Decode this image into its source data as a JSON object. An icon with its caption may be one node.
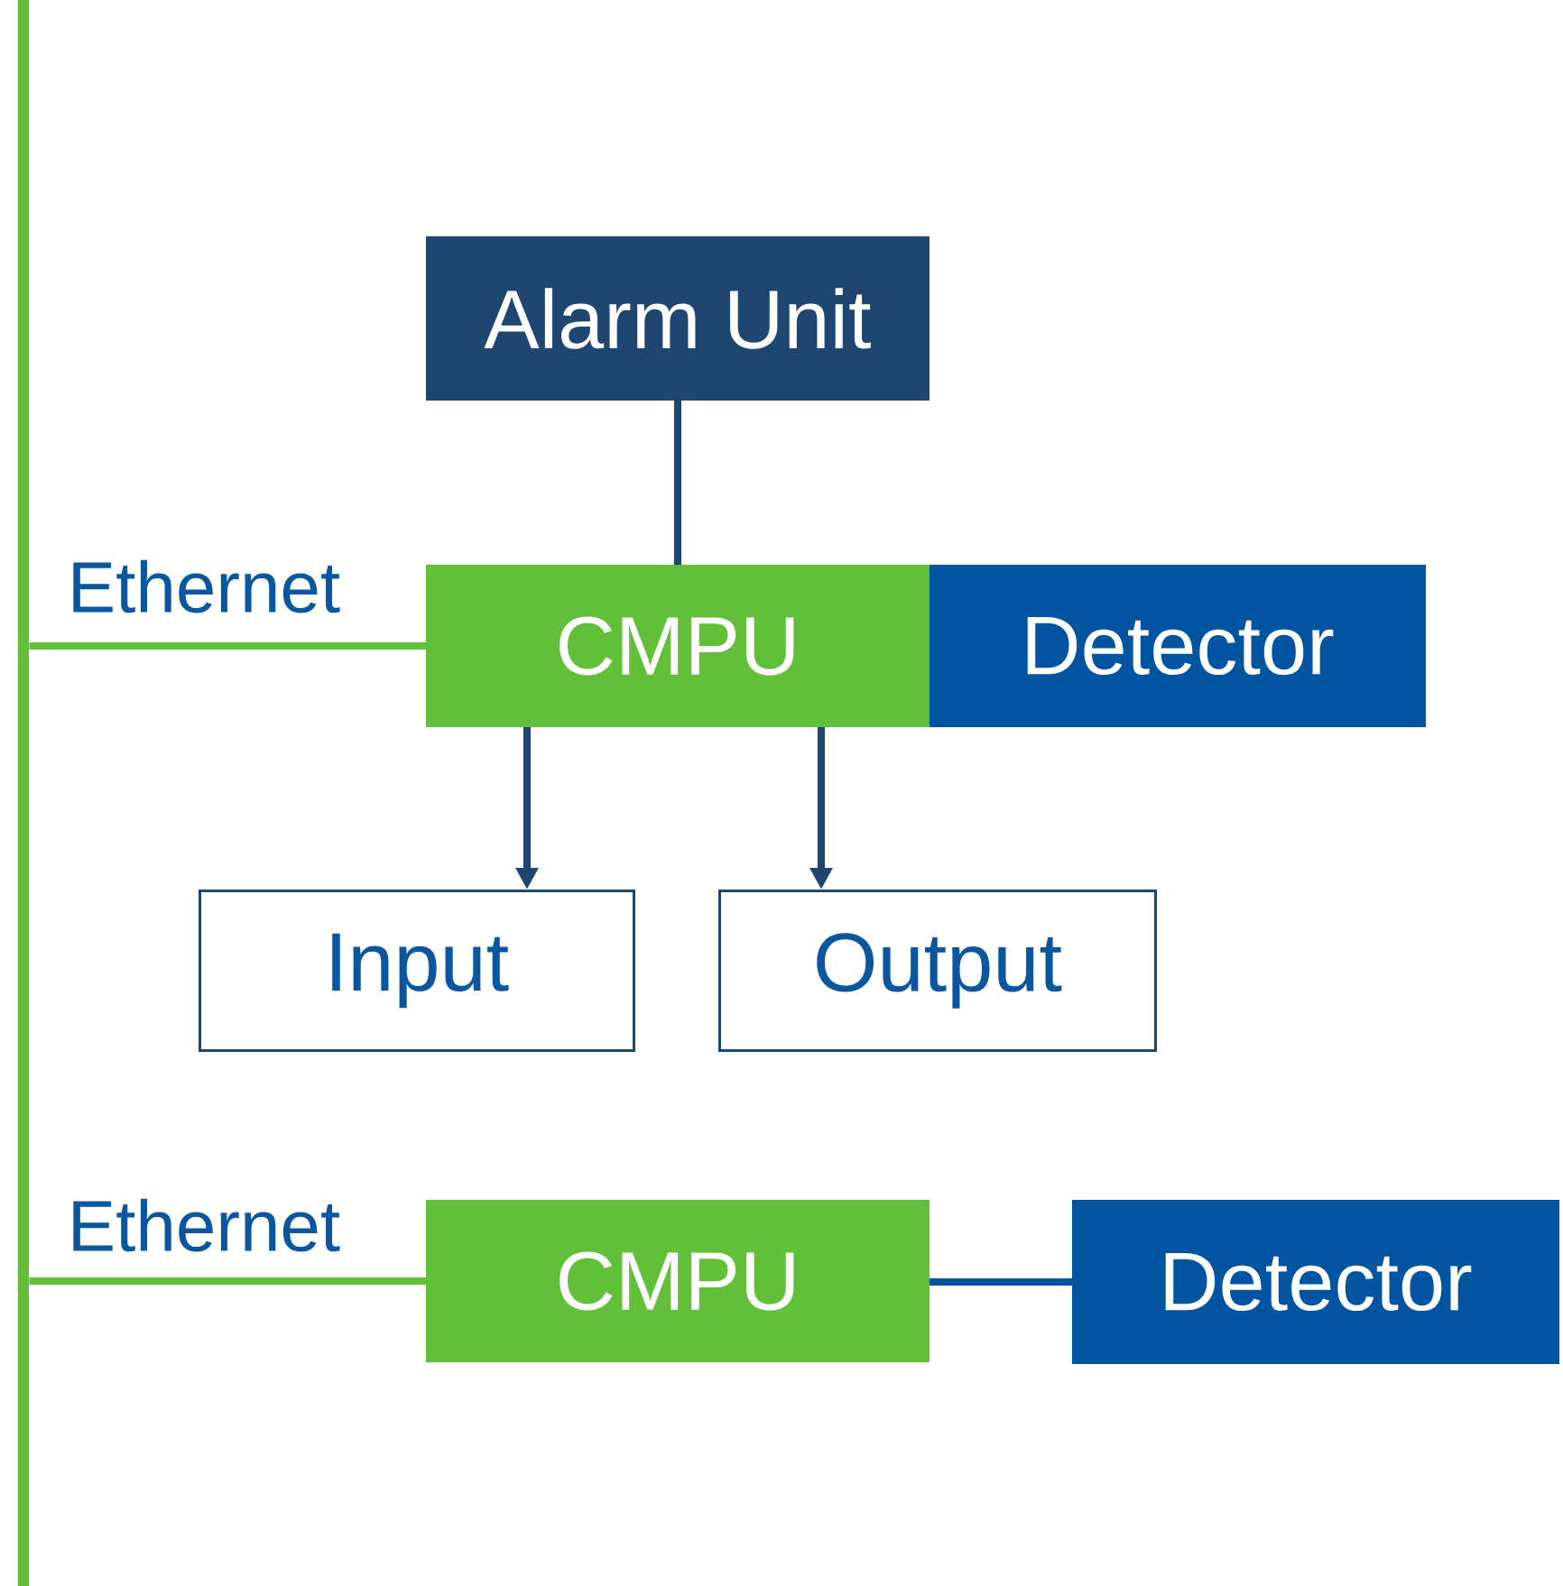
{
  "diagram": {
    "nodes": [
      {
        "text": [
          "Alarm Unit"
        ]
      },
      {
        "text": [
          "CMPU"
        ]
      },
      {
        "text": [
          "Detector"
        ]
      },
      {
        "text": [
          "Input"
        ]
      },
      {
        "text": [
          "Output"
        ]
      },
      {
        "text": [
          "CMPU"
        ]
      },
      {
        "text": [
          "Detector"
        ]
      },
      {
        "text": [],
        "shape": "bar"
      }
    ],
    "edges": [
      {
        "from": 0,
        "to": 1,
        "arrow": "none"
      },
      {
        "from": 1,
        "to": 3,
        "arrow": "to"
      },
      {
        "from": 1,
        "to": 4,
        "arrow": "to"
      },
      {
        "from": 7,
        "to": 1,
        "arrow": "none",
        "label": "Ethernet",
        "color": "#62bf3a"
      },
      {
        "from": 7,
        "to": 5,
        "arrow": "none",
        "label": "Ethernet",
        "color": "#62bf3a"
      },
      {
        "from": 5,
        "to": 6,
        "arrow": "none",
        "color": "#0054a0"
      }
    ]
  }
}
